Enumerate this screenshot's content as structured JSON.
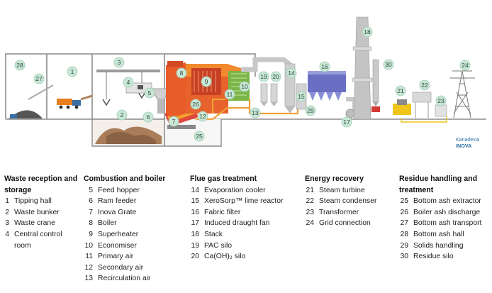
{
  "brand": {
    "line1": "Kanadevia",
    "line2": "INOVA"
  },
  "markers": [
    "1",
    "2",
    "3",
    "4",
    "5",
    "6",
    "7",
    "8",
    "9",
    "10",
    "11",
    "12",
    "13",
    "14",
    "15",
    "16",
    "17",
    "18",
    "19",
    "20",
    "21",
    "22",
    "23",
    "24",
    "25",
    "26",
    "27",
    "28",
    "29",
    "30"
  ],
  "legend": [
    {
      "title": "Waste reception and storage",
      "items": [
        {
          "num": "1",
          "label": "Tipping hall"
        },
        {
          "num": "2",
          "label": "Waste bunker"
        },
        {
          "num": "3",
          "label": "Waste crane"
        },
        {
          "num": "4",
          "label": "Central control"
        },
        {
          "num": "",
          "label": "room"
        }
      ]
    },
    {
      "title": "Combustion and boiler",
      "items": [
        {
          "num": "5",
          "label": "Feed hopper"
        },
        {
          "num": "6",
          "label": "Ram feeder"
        },
        {
          "num": "7",
          "label": "Inova Grate"
        },
        {
          "num": "8",
          "label": "Boiler"
        },
        {
          "num": "9",
          "label": "Superheater"
        },
        {
          "num": "10",
          "label": "Economiser"
        },
        {
          "num": "11",
          "label": "Primary air"
        },
        {
          "num": "12",
          "label": "Secondary air"
        },
        {
          "num": "13",
          "label": "Recirculation air"
        }
      ]
    },
    {
      "title": "Flue gas treatment",
      "items": [
        {
          "num": "14",
          "label": "Evaporation cooler"
        },
        {
          "num": "15",
          "label": "XeroSorp™ lime reactor"
        },
        {
          "num": "16",
          "label": "Fabric filter"
        },
        {
          "num": "17",
          "label": "Induced draught fan"
        },
        {
          "num": "18",
          "label": "Stack"
        },
        {
          "num": "19",
          "label": "PAC silo"
        },
        {
          "num": "20",
          "label": "Ca(OH)₂ silo"
        }
      ]
    },
    {
      "title": "Energy recovery",
      "items": [
        {
          "num": "21",
          "label": "Steam turbine"
        },
        {
          "num": "22",
          "label": "Steam condenser"
        },
        {
          "num": "23",
          "label": "Transformer"
        },
        {
          "num": "24",
          "label": "Grid connection"
        }
      ]
    },
    {
      "title": "Residue handling and treatment",
      "items": [
        {
          "num": "25",
          "label": "Bottom ash extractor"
        },
        {
          "num": "26",
          "label": "Boiler ash discharge"
        },
        {
          "num": "27",
          "label": "Bottom ash transport"
        },
        {
          "num": "28",
          "label": "Bottom ash hall"
        },
        {
          "num": "29",
          "label": "Solids handling"
        },
        {
          "num": "30",
          "label": "Residue silo"
        }
      ]
    }
  ]
}
